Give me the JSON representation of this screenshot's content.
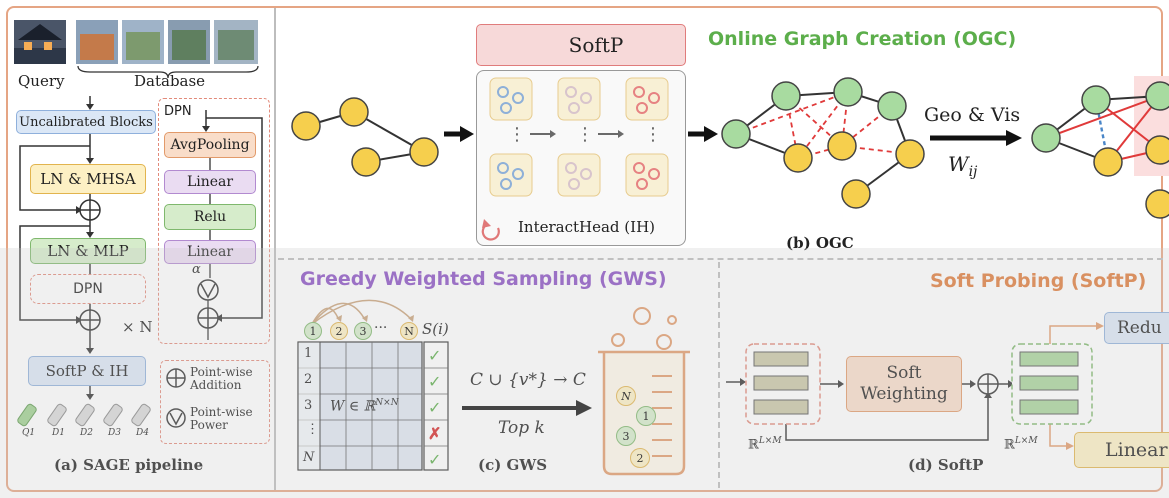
{
  "pipeline": {
    "query_label": "Query",
    "database_label": "Database",
    "uncalibrated": "Uncalibrated Blocks",
    "ln_mhsa": "LN & MHSA",
    "ln_mlp": "LN & MLP",
    "dpn": "DPN",
    "times_n": "× N",
    "softp_ih": "SoftP & IH",
    "caption": "(a) SAGE pipeline",
    "q_labels": [
      "Q1",
      "D1",
      "D2",
      "D3",
      "D4"
    ]
  },
  "dpn_detail": {
    "title": "DPN",
    "avgpool": "AvgPooling",
    "linear1": "Linear",
    "relu": "Relu",
    "linear2": "Linear",
    "alpha": "α"
  },
  "legend": {
    "pointwise_addition": "Point-wise Addition",
    "pointwise_power": "Point-wise Power"
  },
  "ogc": {
    "title": "Online Graph Creation (OGC)",
    "softp": "SoftP",
    "interacthead": "InteractHead (IH)",
    "geo_vis": "Geo & Vis",
    "wij": "W",
    "wij_sub": "ij",
    "caption": "(b) OGC"
  },
  "gws": {
    "title": "Greedy Weighted Sampling (GWS)",
    "header_nodes": [
      "1",
      "2",
      "3",
      "N"
    ],
    "header_dots": "···",
    "s_label": "S(i)",
    "row_labels": [
      "1",
      "2",
      "3",
      "⋮",
      "N"
    ],
    "matrix_label": "W ∈ ℝ",
    "matrix_sup": "N×N",
    "union_label": "C ∪ {v*} → C",
    "topk": "Top k",
    "caption": "(c) GWS",
    "beaker_nodes": [
      "N",
      "1",
      "3",
      "2"
    ],
    "checks": [
      "✓",
      "✓",
      "✓",
      "✗",
      "✓"
    ]
  },
  "softp": {
    "title": "Soft Probing (SoftP)",
    "soft_weighting": "Soft Weighting",
    "reduce": "Redu",
    "linear": "Linear",
    "rlm_left": "ℝ",
    "rlm_right": "ℝ",
    "rlm_sup": "L×M",
    "caption": "(d) SoftP"
  },
  "colors": {
    "frame": "#e5a584",
    "green_title": "#5cae4b",
    "purple_title": "#8a4fc4",
    "orange_title": "#e07b39",
    "node_green": "#a8dba0",
    "node_yellow": "#f6cf4d",
    "edge_red": "#e03a3a"
  }
}
